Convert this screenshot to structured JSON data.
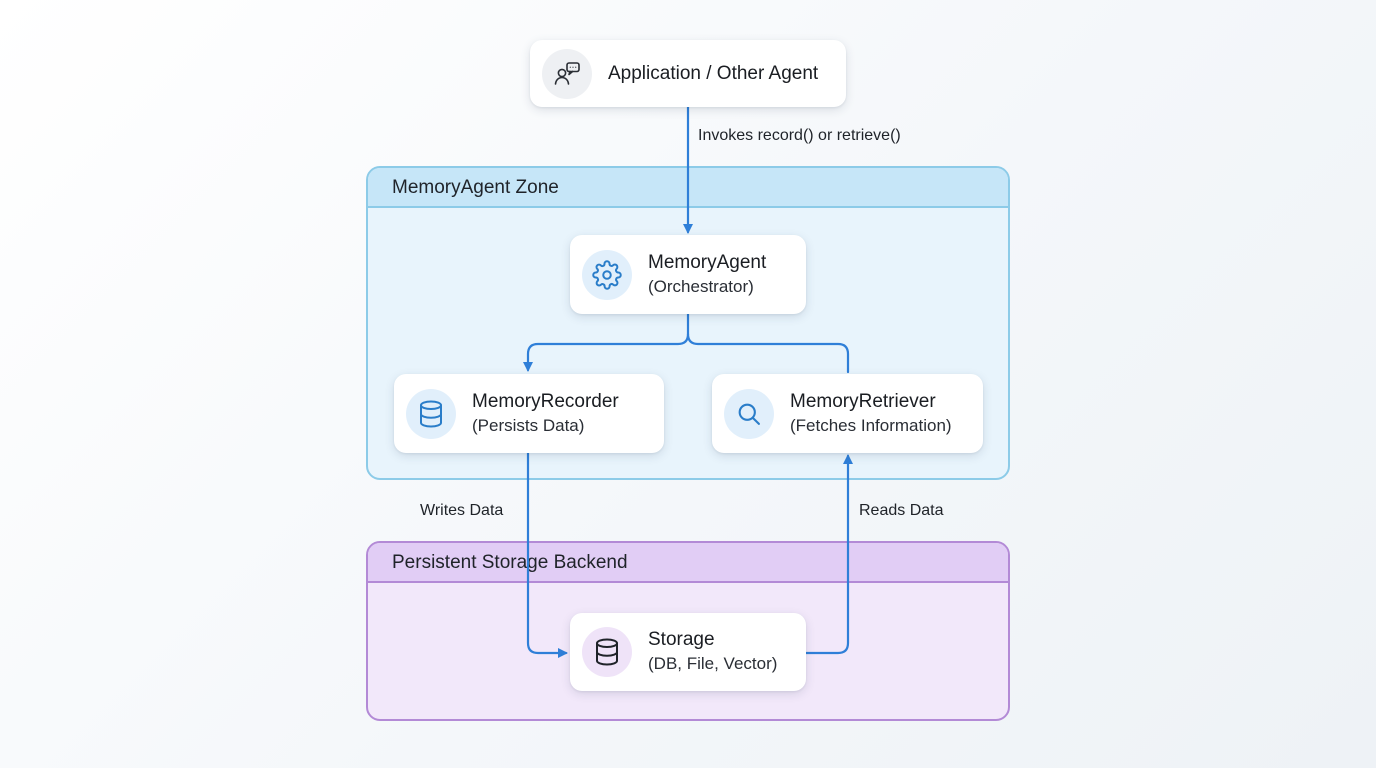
{
  "zones": {
    "memory_agent": {
      "label": "MemoryAgent Zone"
    },
    "storage_backend": {
      "label": "Persistent Storage Backend"
    }
  },
  "nodes": {
    "application": {
      "title": "Application / Other Agent",
      "icon": "user-chat-icon"
    },
    "memory_agent": {
      "title": "MemoryAgent",
      "subtitle": "(Orchestrator)",
      "icon": "gear-icon"
    },
    "memory_recorder": {
      "title": "MemoryRecorder",
      "subtitle": "(Persists Data)",
      "icon": "database-icon"
    },
    "memory_retriever": {
      "title": "MemoryRetriever",
      "subtitle": "(Fetches Information)",
      "icon": "search-icon"
    },
    "storage": {
      "title": "Storage",
      "subtitle": "(DB, File, Vector)",
      "icon": "database-icon"
    }
  },
  "edges": {
    "invokes": {
      "label": "Invokes record() or retrieve()",
      "from": "application",
      "to": "memory_agent"
    },
    "to_recorder": {
      "label": "",
      "from": "memory_agent",
      "to": "memory_recorder"
    },
    "to_retriever": {
      "label": "",
      "from": "memory_agent",
      "to": "memory_retriever"
    },
    "writes": {
      "label": "Writes Data",
      "from": "memory_recorder",
      "to": "storage"
    },
    "reads": {
      "label": "Reads Data",
      "from": "storage",
      "to": "memory_retriever"
    }
  },
  "colors": {
    "arrow": "#2f7fd8",
    "memory_zone_border": "#8ccbe8",
    "storage_zone_border": "#b38ad6"
  }
}
